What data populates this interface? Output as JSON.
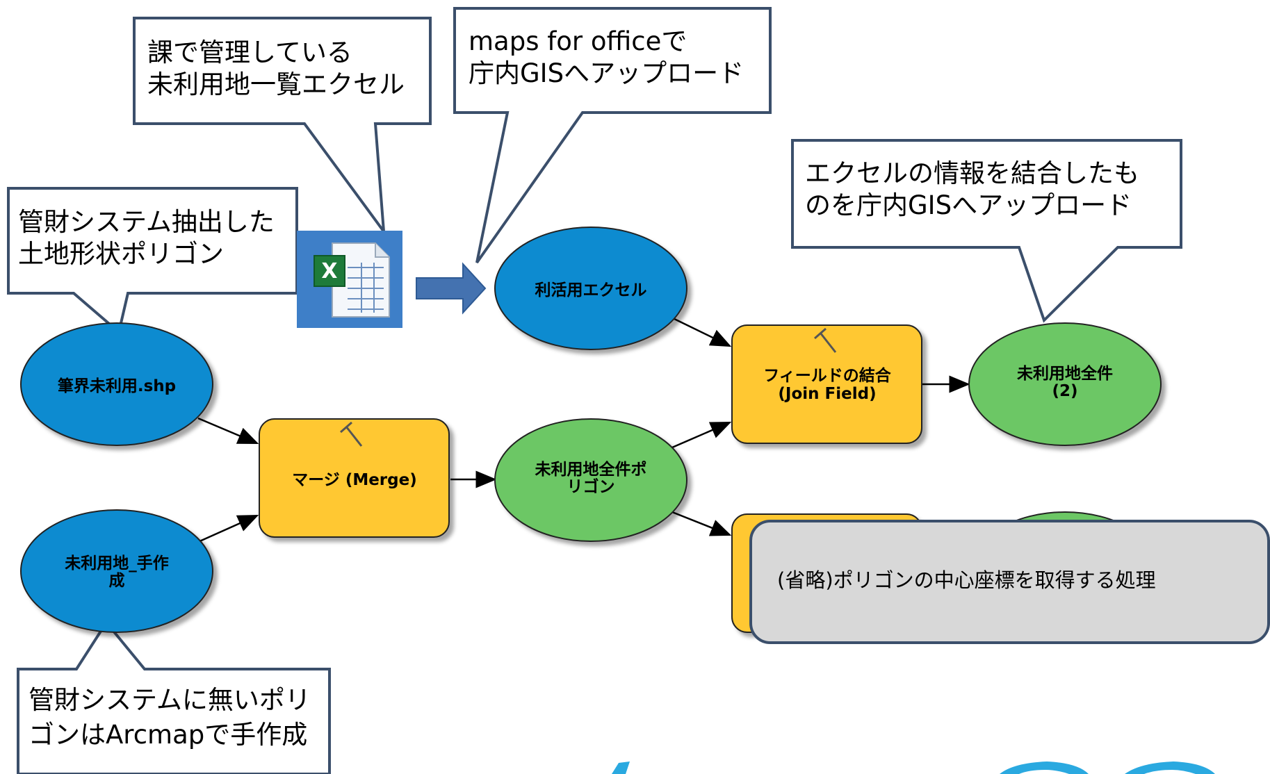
{
  "callouts": {
    "excel_source": [
      "課で管理している",
      "未利用地一覧エクセル"
    ],
    "maps_upload": [
      "maps for officeで",
      "庁内GISへアップロード"
    ],
    "joined_upload": [
      "エクセルの情報を結合したも",
      "のを庁内GISへアップロード"
    ],
    "kanzai_extract": [
      "管財システム抽出した",
      "土地形状ポリゴン"
    ],
    "manual_create": [
      "管財システムに無いポリ",
      "ゴンはArcmapで手作成"
    ]
  },
  "nodes": {
    "rikatsuyo_excel": [
      "利活用エクセル"
    ],
    "hikkai_shp": [
      "筆界未利用.shp"
    ],
    "miriyo_tesakusei": [
      "未利用地_手作",
      "成"
    ],
    "merge_tool": [
      "マージ (Merge)"
    ],
    "miriyo_polygon": [
      "未利用地全件ポ",
      "リゴン"
    ],
    "join_field_tool": [
      "フィールドの結合",
      "(Join Field)"
    ],
    "miriyo_zenken2": [
      "未利用地全件",
      "(2)"
    ]
  },
  "note": {
    "omitted_process": "(省略)ポリゴンの中心座標を取得する処理"
  },
  "colors": {
    "input_ellipse": "#0a8bd0",
    "output_ellipse": "#6cc765",
    "tool_box": "#ffc830",
    "callout_border": "#3b4f6b",
    "note_fill": "#d8d8d8",
    "note_border": "#3b4f6b",
    "excel_icon_bg": "#3e7fc8",
    "excel_arrow": "#4472b0"
  }
}
